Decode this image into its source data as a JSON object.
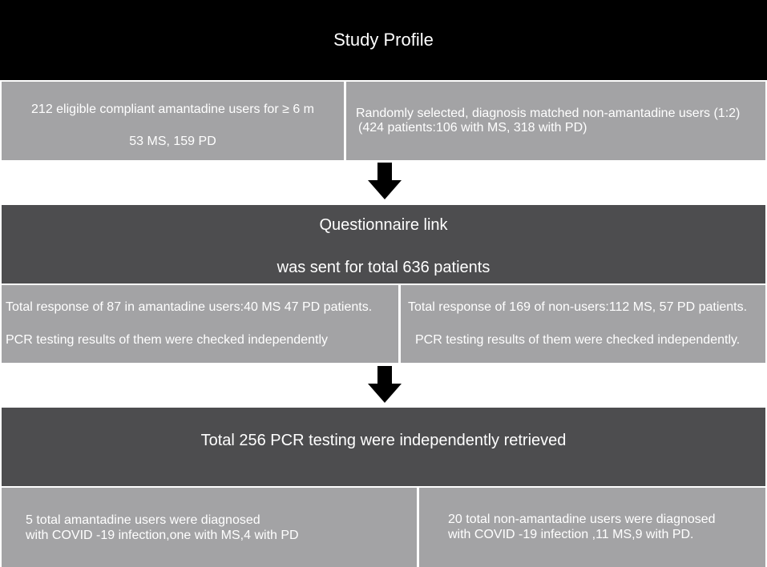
{
  "header": {
    "title": "Study Profile"
  },
  "row1": {
    "left": {
      "line1": "212 eligible compliant amantadine users for ≥ 6 m",
      "line2": "53 MS, 159 PD"
    },
    "right": {
      "line1": "Randomly selected, diagnosis matched non-amantadine users (1:2)",
      "line2": "(424 patients:106 with MS, 318 with PD)"
    }
  },
  "questionnaire": {
    "line1": "Questionnaire link",
    "line2": "was sent for total 636 patients"
  },
  "row2": {
    "left": {
      "line1": "Total response of 87 in amantadine users:40 MS 47 PD patients.",
      "line2": "PCR testing results of them were checked independently"
    },
    "right": {
      "line1": "Total response of 169 of non-users:112 MS, 57 PD patients.",
      "line2": "PCR testing results of them were checked independently."
    }
  },
  "retrieved": {
    "title": "Total 256 PCR testing were independently retrieved"
  },
  "row3": {
    "left": {
      "line1": "5 total amantadine users were diagnosed",
      "line2": "with COVID -19 infection,one with MS,4 with PD"
    },
    "right": {
      "line1": "20 total non-amantadine users were diagnosed",
      "line2": "with COVID -19 infection ,11 MS,9 with PD."
    }
  },
  "colors": {
    "header_bg": "#000000",
    "dark_box": "#4d4d4f",
    "light_box": "#a3a3a5",
    "arrow": "#000000"
  }
}
